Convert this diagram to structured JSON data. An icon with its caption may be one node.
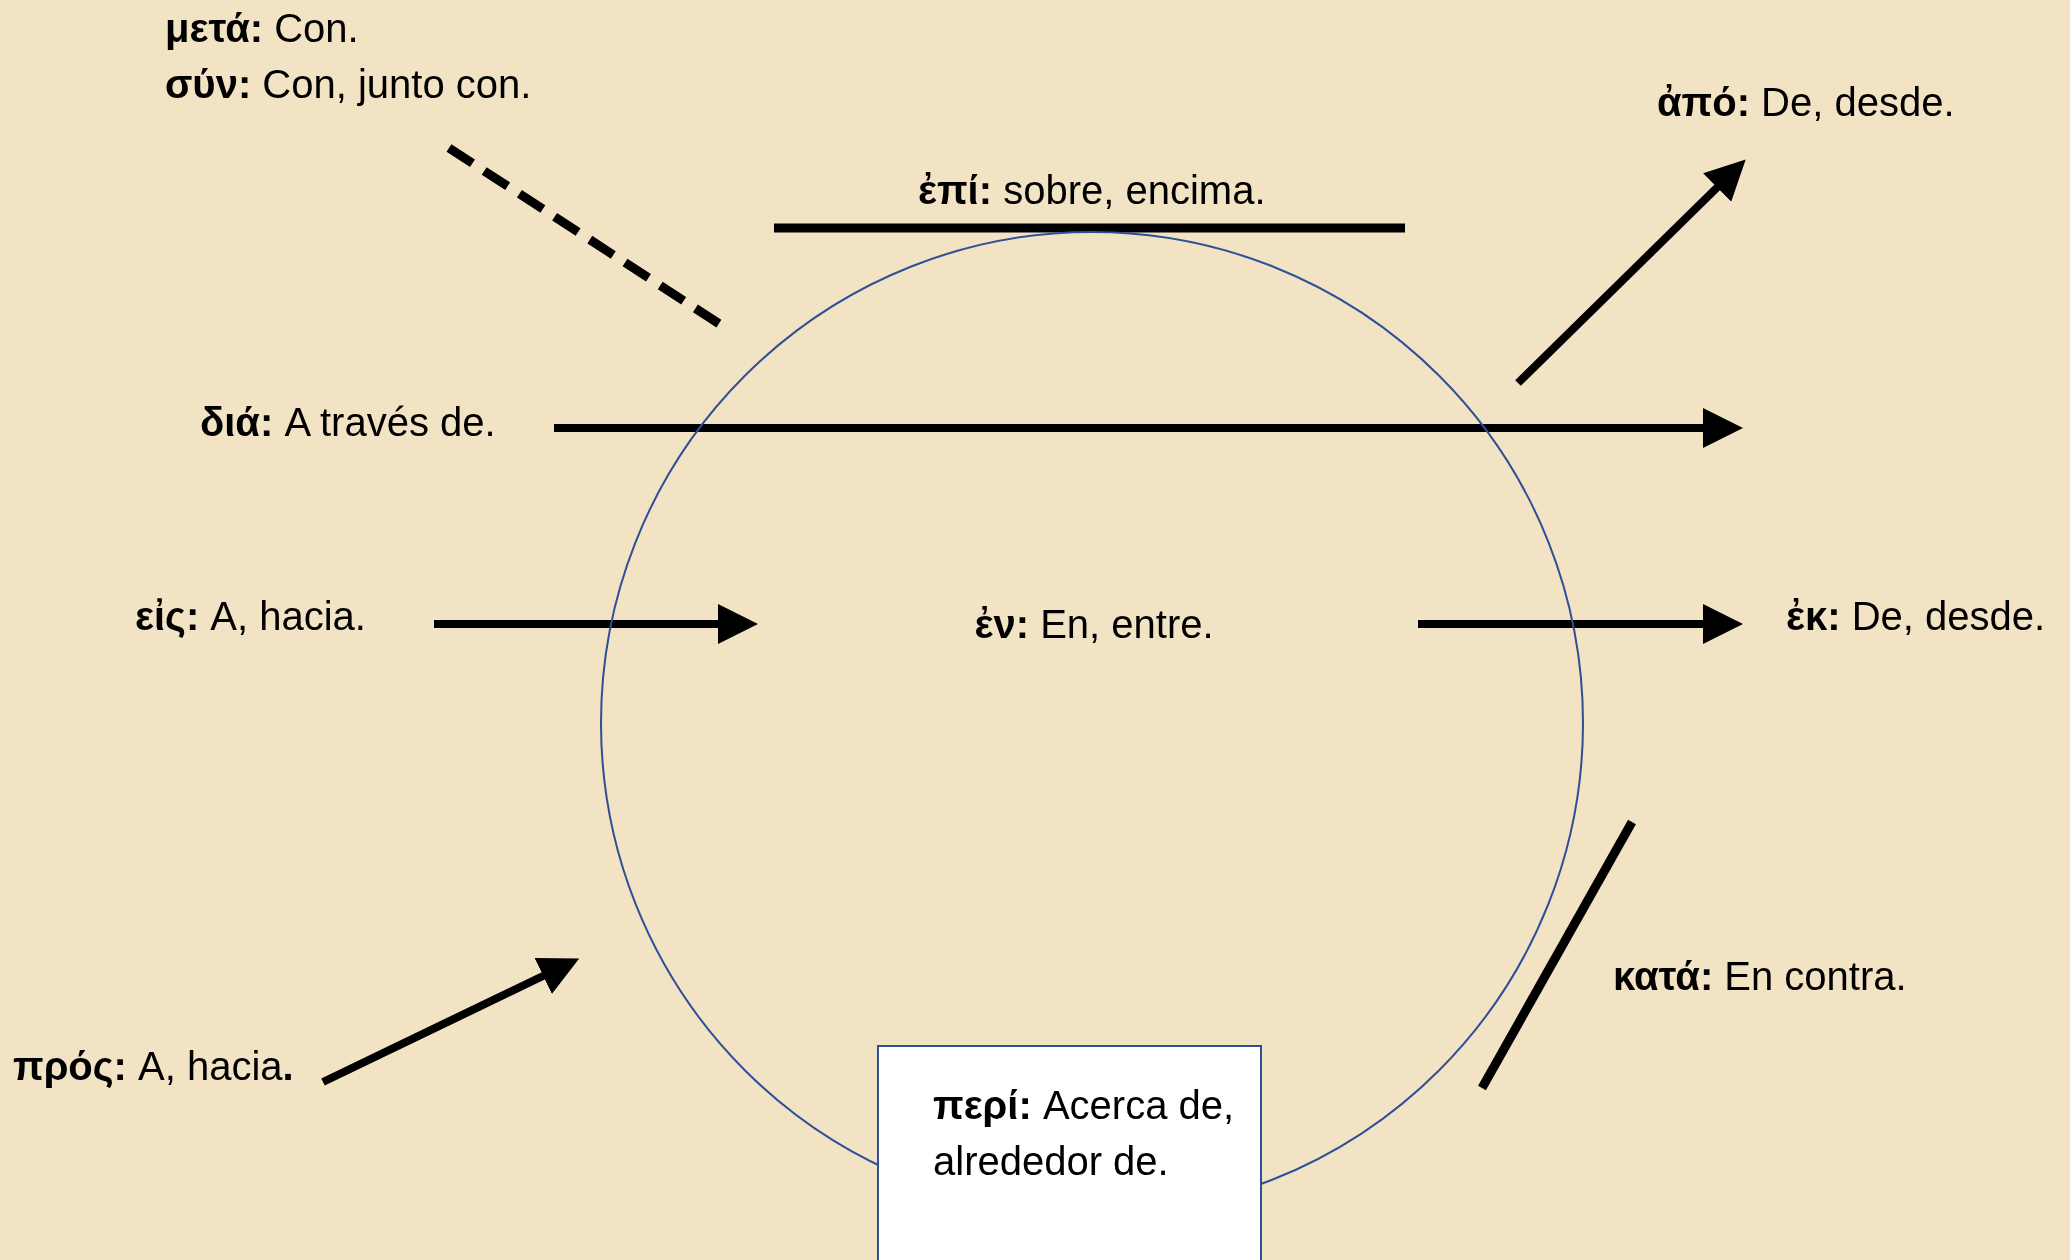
{
  "diagram": {
    "nodes": [
      {
        "text": [
          "**ἐν:** En, entre."
        ]
      },
      {
        "text": [
          "**περί:** Acerca de, alrededor de."
        ]
      }
    ],
    "edges": [],
    "labels": [
      "**μετά:** Con.",
      "**σύν:** Con, junto con.",
      "**ἀπό:** De, desde.",
      "**ἐπί:** sobre, encima.",
      "**διά:** A través de.",
      "**εἰς:** A, hacia.",
      "**ἐκ:** De, desde.",
      "**κατά:** En contra.",
      "**πρός:** A, hacia**.**"
    ]
  }
}
